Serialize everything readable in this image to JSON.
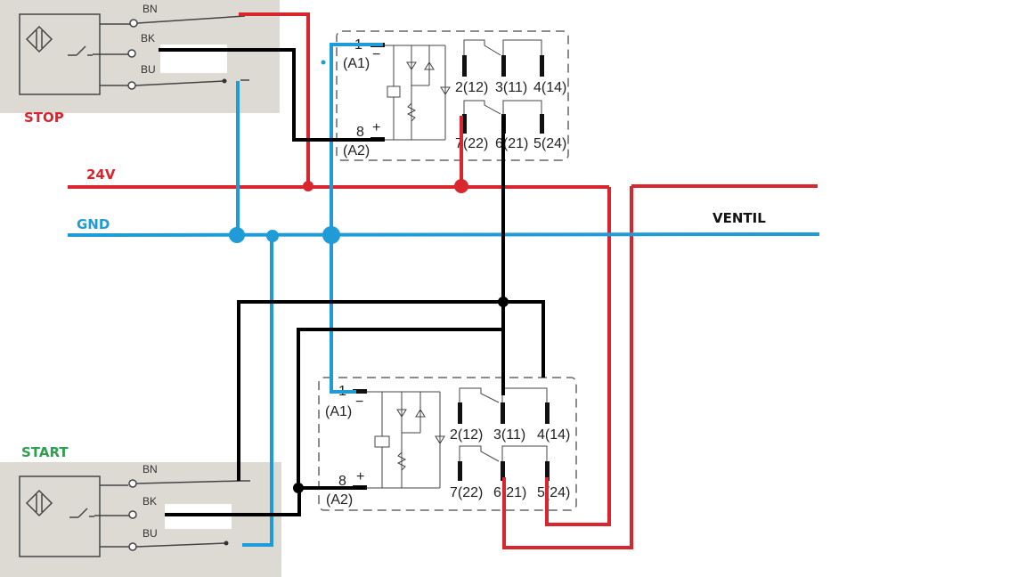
{
  "labels": {
    "stop": "STOP",
    "start": "START",
    "supply": "24V",
    "ground": "GND",
    "valve": "VENTIL"
  },
  "colors": {
    "supply_wire": "#d9262e",
    "ground_wire": "#1f9bd7",
    "signal_wire": "#000000",
    "start_label": "#2e9e4f",
    "stop_label": "#d9262e",
    "sensor_bg": "#dcdad3"
  },
  "sensor": {
    "wire_labels": [
      "BN",
      "BK",
      "BU"
    ],
    "plus": "+",
    "minus": "-"
  },
  "relay": {
    "coil_top_pin": "1",
    "coil_top_name": "(A1)",
    "coil_top_sign": "−",
    "coil_bottom_pin": "8",
    "coil_bottom_name": "(A2)",
    "coil_bottom_sign": "+",
    "contacts_top": [
      "2(12)",
      "3(11)",
      "4(14)"
    ],
    "contacts_bottom": [
      "7(22)",
      "6(21)",
      "5(24)"
    ]
  }
}
